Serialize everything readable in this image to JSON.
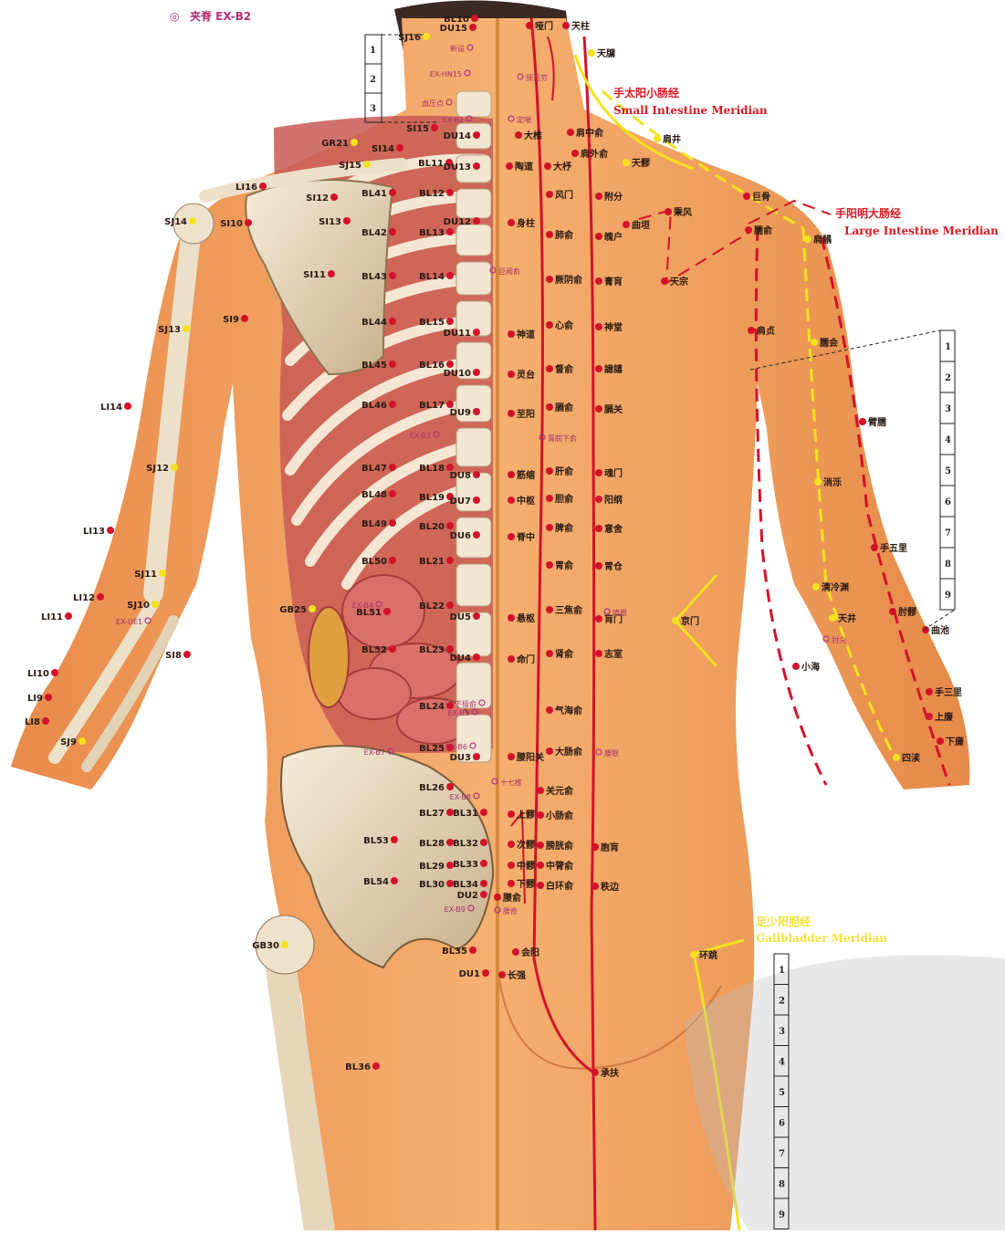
{
  "legend": {
    "symbol": "◎",
    "label": "夹脊 EX-B2"
  },
  "meridians": {
    "small_intestine": {
      "zh": "手太阳小肠经",
      "en": "Small Intestine Meridian",
      "color": "#d81b25"
    },
    "large_intestine": {
      "zh": "手阳明大肠经",
      "en": "Large Intestine Meridian",
      "color": "#d81b25"
    },
    "gallbladder": {
      "zh": "足少阳胆经",
      "en": "Gallbladder Meridian",
      "color": "#f3e23a"
    }
  },
  "colors": {
    "point_red": "#d3122a",
    "point_yellow": "#f4e21e",
    "point_purple": "#b0307a",
    "skin": "#f2a05a",
    "bone": "#efe2cc",
    "muscle": "#c9504f"
  },
  "scales": {
    "neck": [
      "1",
      "2",
      "3"
    ],
    "arm": [
      "1",
      "2",
      "3",
      "4",
      "5",
      "6",
      "7",
      "8",
      "9"
    ],
    "thigh": [
      "1",
      "2",
      "3",
      "4",
      "5",
      "6",
      "7",
      "8",
      "9"
    ]
  },
  "points": [
    {
      "t": "GR21",
      "c": "y"
    },
    {
      "t": "SJ15",
      "c": "y"
    },
    {
      "t": "LI16",
      "c": "r"
    },
    {
      "t": "SI12",
      "c": "r"
    },
    {
      "t": "SI13",
      "c": "r"
    },
    {
      "t": "SJ14",
      "c": "y"
    },
    {
      "t": "SI10",
      "c": "r"
    },
    {
      "t": "SI11",
      "c": "r"
    },
    {
      "t": "SI9",
      "c": "r"
    },
    {
      "t": "SJ13",
      "c": "y"
    },
    {
      "t": "LI14",
      "c": "r"
    },
    {
      "t": "SJ12",
      "c": "y"
    },
    {
      "t": "LI13",
      "c": "r"
    },
    {
      "t": "SJ11",
      "c": "y"
    },
    {
      "t": "LI12",
      "c": "r"
    },
    {
      "t": "SJ10",
      "c": "y"
    },
    {
      "t": "LI11",
      "c": "r"
    },
    {
      "t": "SI8",
      "c": "r"
    },
    {
      "t": "LI10",
      "c": "r"
    },
    {
      "t": "LI9",
      "c": "r"
    },
    {
      "t": "LI8",
      "c": "r"
    },
    {
      "t": "SJ9",
      "c": "y"
    },
    {
      "t": "SJ16",
      "c": "y"
    },
    {
      "t": "SI15",
      "c": "r"
    },
    {
      "t": "SI14",
      "c": "r"
    },
    {
      "t": "BL10",
      "c": "r"
    },
    {
      "t": "DU15",
      "c": "r"
    },
    {
      "t": "哑门",
      "c": "r"
    },
    {
      "t": "天柱",
      "c": "r"
    },
    {
      "t": "天牖",
      "c": "y"
    },
    {
      "t": "新设",
      "c": "p"
    },
    {
      "t": "EX-HN15",
      "c": "p"
    },
    {
      "t": "颈百劳",
      "c": "p"
    },
    {
      "t": "血压点",
      "c": "p"
    },
    {
      "t": "EX-B1",
      "c": "p"
    },
    {
      "t": "定喘",
      "c": "p"
    },
    {
      "t": "DU14",
      "c": "r"
    },
    {
      "t": "大椎",
      "c": "r"
    },
    {
      "t": "肩中俞",
      "c": "r"
    },
    {
      "t": "肩外俞",
      "c": "r"
    },
    {
      "t": "肩井",
      "c": "y"
    },
    {
      "t": "天髎",
      "c": "y"
    },
    {
      "t": "BL11",
      "c": "r"
    },
    {
      "t": "DU13",
      "c": "r"
    },
    {
      "t": "陶道",
      "c": "r"
    },
    {
      "t": "大杼",
      "c": "r"
    },
    {
      "t": "BL41",
      "c": "r"
    },
    {
      "t": "BL12",
      "c": "r"
    },
    {
      "t": "风门",
      "c": "r"
    },
    {
      "t": "附分",
      "c": "r"
    },
    {
      "t": "秉风",
      "c": "r"
    },
    {
      "t": "曲垣",
      "c": "r"
    },
    {
      "t": "巨骨",
      "c": "r"
    },
    {
      "t": "DU12",
      "c": "r"
    },
    {
      "t": "身柱",
      "c": "r"
    },
    {
      "t": "BL42",
      "c": "r"
    },
    {
      "t": "BL13",
      "c": "r"
    },
    {
      "t": "肺俞",
      "c": "r"
    },
    {
      "t": "魄户",
      "c": "r"
    },
    {
      "t": "臑俞",
      "c": "r"
    },
    {
      "t": "肩髃",
      "c": "y"
    },
    {
      "t": "BL43",
      "c": "r"
    },
    {
      "t": "BL14",
      "c": "r"
    },
    {
      "t": "巨阙俞",
      "c": "p"
    },
    {
      "t": "厥阴俞",
      "c": "r"
    },
    {
      "t": "膏肓",
      "c": "r"
    },
    {
      "t": "天宗",
      "c": "r"
    },
    {
      "t": "BL44",
      "c": "r"
    },
    {
      "t": "BL15",
      "c": "r"
    },
    {
      "t": "DU11",
      "c": "r"
    },
    {
      "t": "神道",
      "c": "r"
    },
    {
      "t": "心俞",
      "c": "r"
    },
    {
      "t": "神堂",
      "c": "r"
    },
    {
      "t": "肩贞",
      "c": "r"
    },
    {
      "t": "臑会",
      "c": "y"
    },
    {
      "t": "BL45",
      "c": "r"
    },
    {
      "t": "BL16",
      "c": "r"
    },
    {
      "t": "DU10",
      "c": "r"
    },
    {
      "t": "灵台",
      "c": "r"
    },
    {
      "t": "督俞",
      "c": "r"
    },
    {
      "t": "譩譆",
      "c": "r"
    },
    {
      "t": "BL46",
      "c": "r"
    },
    {
      "t": "BL17",
      "c": "r"
    },
    {
      "t": "DU9",
      "c": "r"
    },
    {
      "t": "至阳",
      "c": "r"
    },
    {
      "t": "膈俞",
      "c": "r"
    },
    {
      "t": "膈关",
      "c": "r"
    },
    {
      "t": "臂臑",
      "c": "r"
    },
    {
      "t": "胃脘下俞",
      "c": "p"
    },
    {
      "t": "EX-B3",
      "c": "p"
    },
    {
      "t": "BL47",
      "c": "r"
    },
    {
      "t": "BL18",
      "c": "r"
    },
    {
      "t": "DU8",
      "c": "r"
    },
    {
      "t": "筋缩",
      "c": "r"
    },
    {
      "t": "肝俞",
      "c": "r"
    },
    {
      "t": "魂门",
      "c": "r"
    },
    {
      "t": "消泺",
      "c": "y"
    },
    {
      "t": "BL48",
      "c": "r"
    },
    {
      "t": "BL19",
      "c": "r"
    },
    {
      "t": "DU7",
      "c": "r"
    },
    {
      "t": "中枢",
      "c": "r"
    },
    {
      "t": "胆俞",
      "c": "r"
    },
    {
      "t": "阳纲",
      "c": "r"
    },
    {
      "t": "BL49",
      "c": "r"
    },
    {
      "t": "BL20",
      "c": "r"
    },
    {
      "t": "DU6",
      "c": "r"
    },
    {
      "t": "脊中",
      "c": "r"
    },
    {
      "t": "脾俞",
      "c": "r"
    },
    {
      "t": "意舍",
      "c": "r"
    },
    {
      "t": "手五里",
      "c": "r"
    },
    {
      "t": "BL50",
      "c": "r"
    },
    {
      "t": "BL21",
      "c": "r"
    },
    {
      "t": "胃俞",
      "c": "r"
    },
    {
      "t": "胃仓",
      "c": "r"
    },
    {
      "t": "清冷渊",
      "c": "y"
    },
    {
      "t": "GB25",
      "c": "y"
    },
    {
      "t": "EX-B4",
      "c": "p"
    },
    {
      "t": "BL51",
      "c": "r"
    },
    {
      "t": "BL22",
      "c": "r"
    },
    {
      "t": "DU5",
      "c": "r"
    },
    {
      "t": "悬枢",
      "c": "r"
    },
    {
      "t": "三焦俞",
      "c": "r"
    },
    {
      "t": "肓门",
      "c": "r"
    },
    {
      "t": "痞根",
      "c": "p"
    },
    {
      "t": "京门",
      "c": "y"
    },
    {
      "t": "天井",
      "c": "y"
    },
    {
      "t": "肘尖",
      "c": "p"
    },
    {
      "t": "肘髎",
      "c": "r"
    },
    {
      "t": "曲池",
      "c": "r"
    },
    {
      "t": "BL52",
      "c": "r"
    },
    {
      "t": "BL23",
      "c": "r"
    },
    {
      "t": "DU4",
      "c": "r"
    },
    {
      "t": "命门",
      "c": "r"
    },
    {
      "t": "肾俞",
      "c": "r"
    },
    {
      "t": "志室",
      "c": "r"
    },
    {
      "t": "小海",
      "c": "r"
    },
    {
      "t": "手三里",
      "c": "r"
    },
    {
      "t": "上廉",
      "c": "r"
    },
    {
      "t": "下廉",
      "c": "r"
    },
    {
      "t": "BL24",
      "c": "r"
    },
    {
      "t": "气海俞",
      "c": "r"
    },
    {
      "t": "EX-B5",
      "c": "p"
    },
    {
      "t": "下极俞",
      "c": "p"
    },
    {
      "t": "BL25",
      "c": "r"
    },
    {
      "t": "DU3",
      "c": "r"
    },
    {
      "t": "腰阳关",
      "c": "r"
    },
    {
      "t": "大肠俞",
      "c": "r"
    },
    {
      "t": "腰眼",
      "c": "p"
    },
    {
      "t": "EX-B6",
      "c": "p"
    },
    {
      "t": "EX-B7",
      "c": "p"
    },
    {
      "t": "四渎",
      "c": "y"
    },
    {
      "t": "BL26",
      "c": "r"
    },
    {
      "t": "十七椎",
      "c": "p"
    },
    {
      "t": "EX-B8",
      "c": "p"
    },
    {
      "t": "关元俞",
      "c": "r"
    },
    {
      "t": "BL27",
      "c": "r"
    },
    {
      "t": "BL31",
      "c": "r"
    },
    {
      "t": "上髎",
      "c": "r"
    },
    {
      "t": "小肠俞",
      "c": "r"
    },
    {
      "t": "BL53",
      "c": "r"
    },
    {
      "t": "BL28",
      "c": "r"
    },
    {
      "t": "BL32",
      "c": "r"
    },
    {
      "t": "次髎",
      "c": "r"
    },
    {
      "t": "膀胱俞",
      "c": "r"
    },
    {
      "t": "胞肓",
      "c": "r"
    },
    {
      "t": "BL29",
      "c": "r"
    },
    {
      "t": "BL33",
      "c": "r"
    },
    {
      "t": "中髎",
      "c": "r"
    },
    {
      "t": "中膂俞",
      "c": "r"
    },
    {
      "t": "BL54",
      "c": "r"
    },
    {
      "t": "BL30",
      "c": "r"
    },
    {
      "t": "BL34",
      "c": "r"
    },
    {
      "t": "下髎",
      "c": "r"
    },
    {
      "t": "白环俞",
      "c": "r"
    },
    {
      "t": "秩边",
      "c": "r"
    },
    {
      "t": "DU2",
      "c": "r"
    },
    {
      "t": "腰俞",
      "c": "r"
    },
    {
      "t": "EX-B9",
      "c": "p"
    },
    {
      "t": "腰奇",
      "c": "p"
    },
    {
      "t": "GB30",
      "c": "y"
    },
    {
      "t": "BL35",
      "c": "r"
    },
    {
      "t": "会阳",
      "c": "r"
    },
    {
      "t": "环跳",
      "c": "y"
    },
    {
      "t": "DU1",
      "c": "r"
    },
    {
      "t": "长强",
      "c": "r"
    },
    {
      "t": "BL36",
      "c": "r"
    },
    {
      "t": "承扶",
      "c": "r"
    },
    {
      "t": "EX-UE1",
      "c": "p"
    }
  ]
}
